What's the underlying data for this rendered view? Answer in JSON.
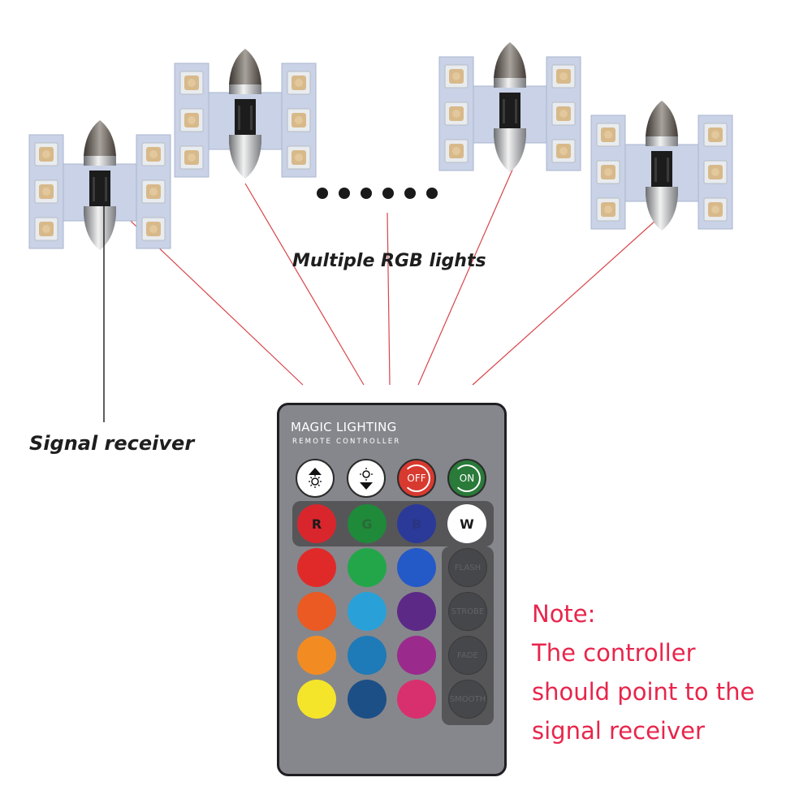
{
  "labels": {
    "signal_receiver": "Signal receiver",
    "multiple_lights": "Multiple RGB lights"
  },
  "note": {
    "lines": [
      "Note:",
      "The controller",
      "should point to the",
      "signal receiver"
    ]
  },
  "remote": {
    "title": "MAGIC LIGHTING",
    "subtitle": "REMOTE CONTROLLER",
    "top_buttons": [
      {
        "name": "brightness-up",
        "icon": "sun-up-icon",
        "text": ""
      },
      {
        "name": "brightness-down",
        "icon": "sun-down-icon",
        "text": ""
      },
      {
        "name": "off",
        "icon": "power-off-icon",
        "text": "OFF"
      },
      {
        "name": "on",
        "icon": "power-on-icon",
        "text": "ON"
      }
    ],
    "color_row_labels": [
      "R",
      "G",
      "B",
      "W"
    ],
    "mode_buttons": [
      "FLASH",
      "STROBE",
      "FADE",
      "SMOOTH"
    ],
    "colors": {
      "r": "#d9262d",
      "g": "#1f8a3a",
      "b": "#2b3a99",
      "w": "#ffffff",
      "grid": [
        [
          "#e02a2a",
          "#23a64a",
          "#2459c8"
        ],
        [
          "#ea5a22",
          "#2aa0d8",
          "#5c2a86"
        ],
        [
          "#f28c22",
          "#1f7ab8",
          "#9a2a8c"
        ],
        [
          "#f5e52a",
          "#1c4f86",
          "#d8306f"
        ]
      ],
      "off": "#d83a30",
      "on": "#2a7a3a"
    }
  },
  "colors": {
    "line": "#d8454a",
    "note": "#e8254b",
    "pcb": "#c9d2e6"
  }
}
